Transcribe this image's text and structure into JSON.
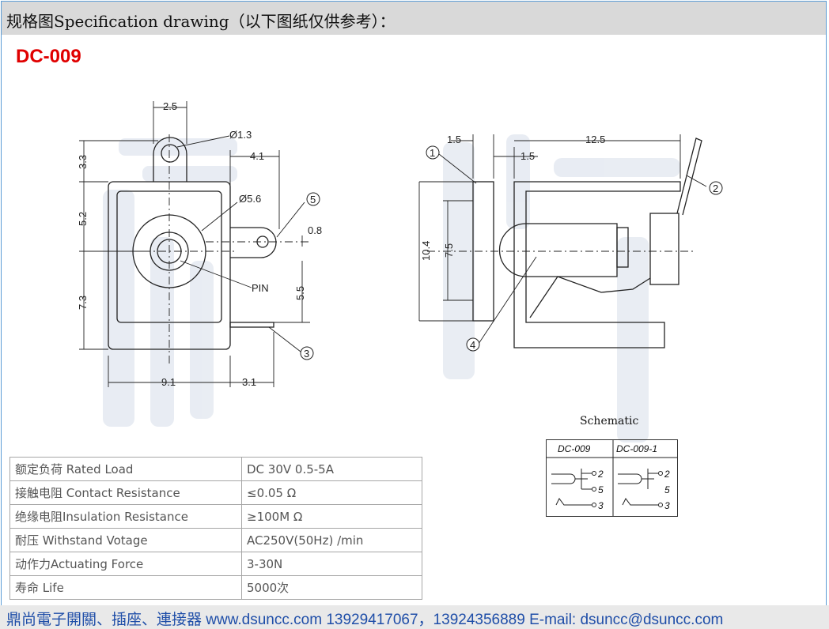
{
  "header": {
    "title": "规格图Specification drawing（以下图纸仅供参考）："
  },
  "model": "DC-009",
  "front_view": {
    "dims": [
      "2.5",
      "Ø1.3",
      "4.1",
      "3.3",
      "Ø5.6",
      "0.8",
      "5.2",
      "PIN",
      "5.5",
      "7.3",
      "9.1",
      "3.1"
    ],
    "callouts": [
      "5",
      "3"
    ]
  },
  "side_view": {
    "dims": [
      "1.5",
      "1.5",
      "12.5",
      "10.4",
      "7.5"
    ],
    "callouts": [
      "1",
      "2",
      "4"
    ]
  },
  "specs": [
    {
      "label": "额定负荷 Rated Load",
      "value": "DC 30V 0.5-5A"
    },
    {
      "label": "接触电阻 Contact Resistance",
      "value": "≤0.05 Ω"
    },
    {
      "label": "绝缘电阻Insulation Resistance",
      "value": "≥100M Ω"
    },
    {
      "label": "耐压  Withstand Votage",
      "value": "AC250V(50Hz) /min"
    },
    {
      "label": "动作力Actuating  Force",
      "value": "3-30N"
    },
    {
      "label": "寿命   Life",
      "value": "5000次"
    }
  ],
  "schematic": {
    "title": "Schematic",
    "columns": [
      "DC-009",
      "DC-009-1"
    ],
    "pins": [
      "2",
      "5",
      "3"
    ]
  },
  "footer": {
    "line": "鼎尚電子開關、插座、連接器   www.dsuncc.com   13929417067，13924356889  E-mail: dsuncc@dsuncc.com"
  },
  "colors": {
    "border": "#5b9bd5",
    "header_bg": "#d9d9d9",
    "model": "#e00000",
    "footer_text": "#1f4ea8"
  }
}
